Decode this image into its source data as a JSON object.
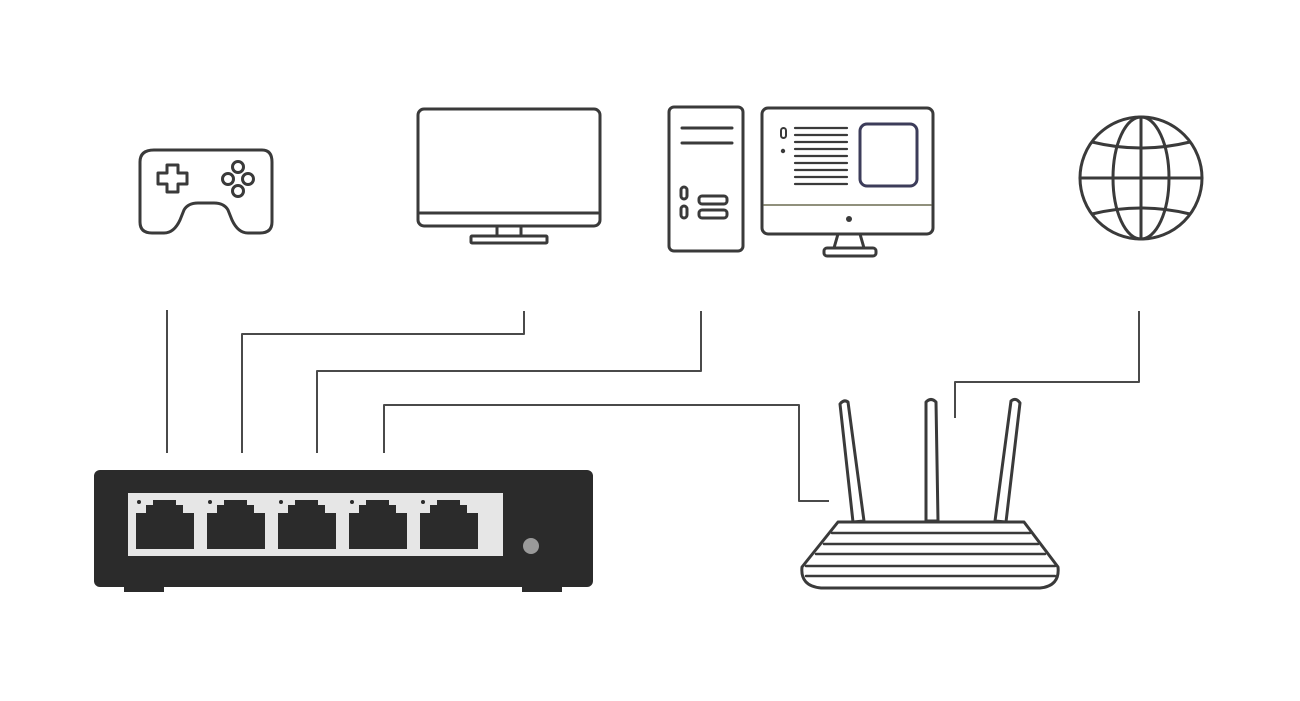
{
  "diagram": {
    "nodes": [
      {
        "id": "game-controller",
        "icon": "game-controller-icon"
      },
      {
        "id": "tv",
        "icon": "tv-icon"
      },
      {
        "id": "desktop-pc",
        "icon": "desktop-computer-icon"
      },
      {
        "id": "internet",
        "icon": "globe-icon"
      },
      {
        "id": "network-switch",
        "icon": "ethernet-switch-icon",
        "ports": 5
      },
      {
        "id": "router",
        "icon": "wireless-router-icon",
        "antennas": 3
      }
    ],
    "connections": [
      {
        "from": "game-controller",
        "to": "network-switch",
        "switch_port": 1
      },
      {
        "from": "tv",
        "to": "network-switch",
        "switch_port": 2
      },
      {
        "from": "desktop-pc",
        "to": "network-switch",
        "switch_port": 3
      },
      {
        "from": "router",
        "to": "network-switch",
        "switch_port": 4
      },
      {
        "from": "internet",
        "to": "router"
      }
    ]
  },
  "colors": {
    "icon_stroke": "#3a3a3a",
    "wire": "#4a4a4a",
    "switch_body": "#2b2b2b",
    "port_panel": "#e6e6e6",
    "monitor_screen_accent": "#3c3c5a",
    "background": "#ffffff"
  }
}
